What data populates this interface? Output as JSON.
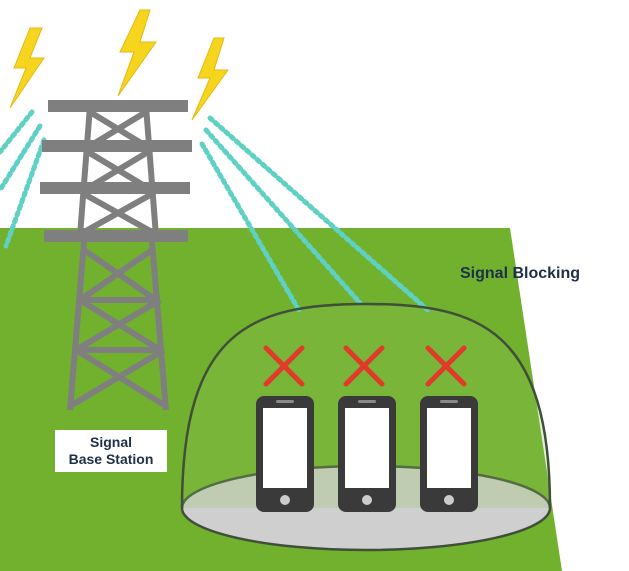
{
  "labels": {
    "signal_blocking": "Signal Blocking",
    "base_station_line1": "Signal",
    "base_station_line2": "Base Station"
  },
  "colors": {
    "ground": "#71b12e",
    "tower": "#7f7f7f",
    "lightning": "#f6d51f",
    "signal_wave": "#5fd0c4",
    "dome_floor": "#cfcfcf",
    "dome_outline": "#3f4f3a",
    "cross": "#e23a2a",
    "phone": "#3a3a3a",
    "label_text": "#1e3048"
  },
  "icons": [
    "lightning-bolt-icon",
    "transmission-tower-icon",
    "smartphone-icon",
    "cross-mark-icon",
    "shield-dome-icon"
  ],
  "phones": [
    {
      "name": "phone-left",
      "blocked": true
    },
    {
      "name": "phone-middle",
      "blocked": true
    },
    {
      "name": "phone-right",
      "blocked": true
    }
  ]
}
